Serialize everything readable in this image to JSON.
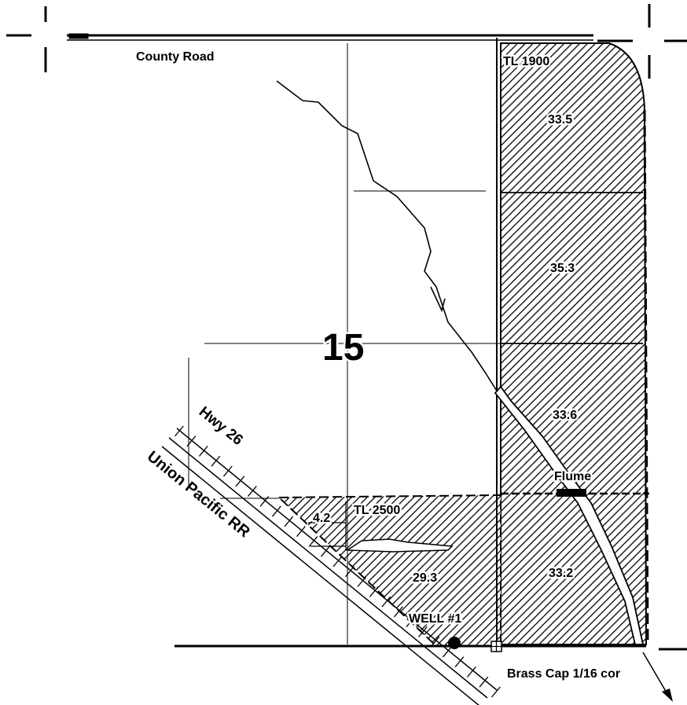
{
  "map": {
    "section_number": "15",
    "road_label": "County Road",
    "highway_label": "Hwy 26",
    "railroad_label": "Union Pacific RR",
    "parcels": [
      {
        "id": "tl1900",
        "label": "TL 1900"
      },
      {
        "id": "tl2500",
        "label": "TL 2500"
      }
    ],
    "acreages": [
      "33.5",
      "35.3",
      "33.6",
      "33.2",
      "4.2",
      "29.3"
    ],
    "features": {
      "flume": "Flume",
      "well": "WELL #1",
      "brass_cap": "Brass Cap 1/16 cor"
    },
    "colors": {
      "ink": "#000000",
      "paper": "#ffffff"
    }
  }
}
